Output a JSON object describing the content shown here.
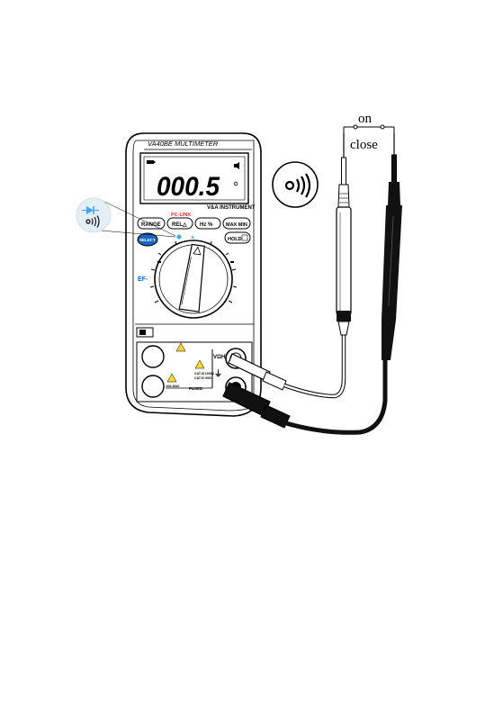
{
  "switch": {
    "on_label": "on",
    "close_label": "close"
  },
  "meter": {
    "model": "VA40BE MULTIMETER",
    "reading": "000.5",
    "brand": "V&A INSTRUMENT",
    "pc_link": "PC-LINK",
    "buttons": {
      "range": "RANGE",
      "rel": "REL△",
      "hz": "Hz  %",
      "maxmin": "MAX MIN",
      "select": "SELECT",
      "hold": "HOLD"
    },
    "ef_label": "EF-",
    "warning_top": "CAT.III 1000V",
    "warning_bottom": "CAT.IV 600V",
    "fused": "FUSED",
    "max_label": "10A MAX",
    "volt_label": "VΩHz"
  },
  "colors": {
    "select_button": "#1565c0",
    "diode_blue": "#42a5f5",
    "pc_link_red": "#d32f2f",
    "warning_yellow": "#fdd835"
  },
  "icons": [
    "diode-icon",
    "continuity-sound-icon",
    "battery-icon"
  ]
}
